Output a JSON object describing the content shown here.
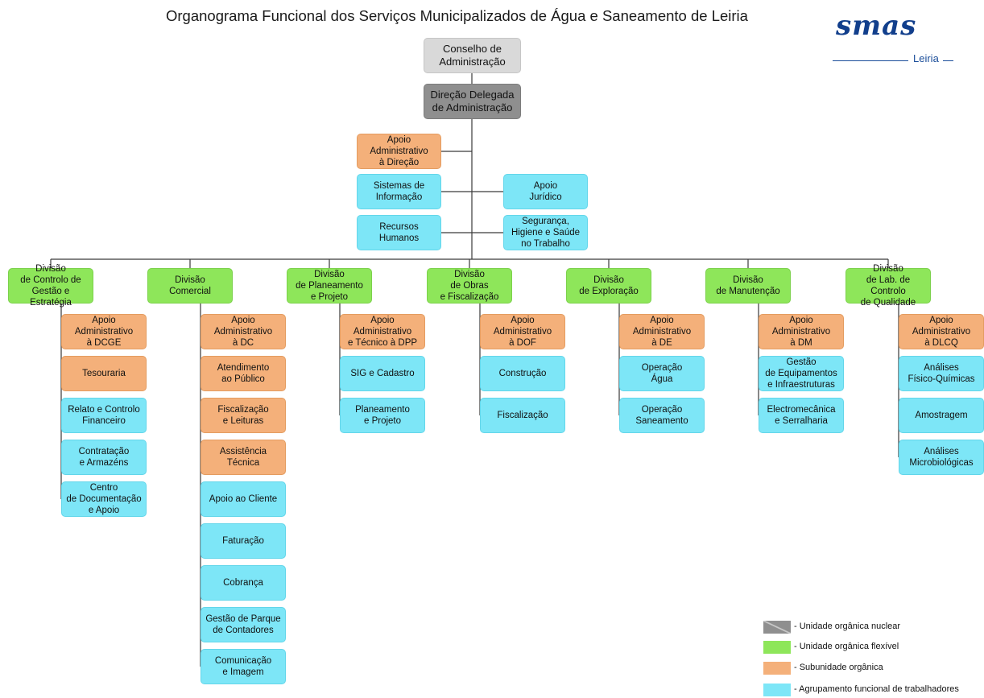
{
  "title": "Organograma Funcional dos Serviços Municipalizados de Água e Saneamento de Leiria",
  "logo": {
    "word": "smas",
    "sub": "Leiria"
  },
  "top": {
    "conselho": "Conselho de\nAdministração",
    "direcao": "Direção Delegada\nde Administração",
    "apoio_direcao": "Apoio\nAdministrativo\nà Direção",
    "sistemas": "Sistemas de\nInformação",
    "recursos": "Recursos\nHumanos",
    "juridico": "Apoio\nJurídico",
    "seguranca": "Segurança,\nHigiene e Saúde\nno Trabalho"
  },
  "divisions": [
    {
      "label": "Divisão\nde Controlo de\nGestão e Estratégia",
      "children": [
        {
          "label": "Apoio\nAdministrativo\nà DCGE",
          "type": "orange"
        },
        {
          "label": "Tesouraria",
          "type": "orange"
        },
        {
          "label": "Relato e Controlo\nFinanceiro",
          "type": "cyan"
        },
        {
          "label": "Contratação\ne Armazéns",
          "type": "cyan"
        },
        {
          "label": "Centro\nde Documentação\ne Apoio",
          "type": "cyan"
        }
      ]
    },
    {
      "label": "Divisão\nComercial",
      "children": [
        {
          "label": "Apoio\nAdministrativo\nà DC",
          "type": "orange"
        },
        {
          "label": "Atendimento\nao Público",
          "type": "orange"
        },
        {
          "label": "Fiscalização\ne Leituras",
          "type": "orange"
        },
        {
          "label": "Assistência\nTécnica",
          "type": "orange"
        },
        {
          "label": "Apoio ao Cliente",
          "type": "cyan"
        },
        {
          "label": "Faturação",
          "type": "cyan"
        },
        {
          "label": "Cobrança",
          "type": "cyan"
        },
        {
          "label": "Gestão de Parque\nde Contadores",
          "type": "cyan"
        },
        {
          "label": "Comunicação\ne Imagem",
          "type": "cyan"
        }
      ]
    },
    {
      "label": "Divisão\nde Planeamento\ne Projeto",
      "children": [
        {
          "label": "Apoio\nAdministrativo\ne Técnico à DPP",
          "type": "orange"
        },
        {
          "label": "SIG e Cadastro",
          "type": "cyan"
        },
        {
          "label": "Planeamento\ne Projeto",
          "type": "cyan"
        }
      ]
    },
    {
      "label": "Divisão\nde Obras\ne Fiscalização",
      "children": [
        {
          "label": "Apoio\nAdministrativo\nà DOF",
          "type": "orange"
        },
        {
          "label": "Construção",
          "type": "cyan"
        },
        {
          "label": "Fiscalização",
          "type": "cyan"
        }
      ]
    },
    {
      "label": "Divisão\nde Exploração",
      "children": [
        {
          "label": "Apoio\nAdministrativo\nà DE",
          "type": "orange"
        },
        {
          "label": "Operação\nÁgua",
          "type": "cyan"
        },
        {
          "label": "Operação\nSaneamento",
          "type": "cyan"
        }
      ]
    },
    {
      "label": "Divisão\nde Manutenção",
      "children": [
        {
          "label": "Apoio\nAdministrativo\nà DM",
          "type": "orange"
        },
        {
          "label": "Gestão\nde Equipamentos\ne Infraestruturas",
          "type": "cyan"
        },
        {
          "label": "Electromecânica\ne Serralharia",
          "type": "cyan"
        }
      ]
    },
    {
      "label": "Divisão\nde Lab. de Controlo\nde Qualidade",
      "children": [
        {
          "label": "Apoio\nAdministrativo\nà DLCQ",
          "type": "orange"
        },
        {
          "label": "Análises\nFísico-Químicas",
          "type": "cyan"
        },
        {
          "label": "Amostragem",
          "type": "cyan"
        },
        {
          "label": "Análises\nMicrobiológicas",
          "type": "cyan"
        }
      ]
    }
  ],
  "legend": [
    {
      "label": "- Unidade orgânica nuclear",
      "color": "#8f8f8f"
    },
    {
      "label": "- Unidade orgânica flexível",
      "color": "#8ee65a"
    },
    {
      "label": "- Subunidade orgânica",
      "color": "#f4b07a"
    },
    {
      "label": "- Agrupamento funcional de trabalhadores",
      "color": "#7de6f7"
    }
  ]
}
